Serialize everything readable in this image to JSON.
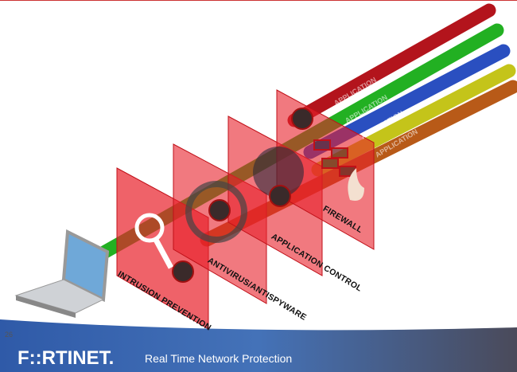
{
  "diagram": {
    "pipe_labels": [
      "APPLICATION",
      "APPLICATION",
      "APPLICATION",
      "APPLICATION",
      "APPLICATION"
    ],
    "pipe_colors": [
      "#b3141c",
      "#22b022",
      "#2a4fc0",
      "#c4c41a",
      "#b85a18"
    ],
    "layers": [
      "INTRUSION PREVENTION",
      "ANTIVIRUS/ANTISPYWARE",
      "APPLICATION CONTROL",
      "FIREWALL"
    ],
    "panel_color": "#e8202a"
  },
  "footer": {
    "logo": "F::RTINET.",
    "tagline": "Real Time Network Protection",
    "page_number": "26"
  }
}
